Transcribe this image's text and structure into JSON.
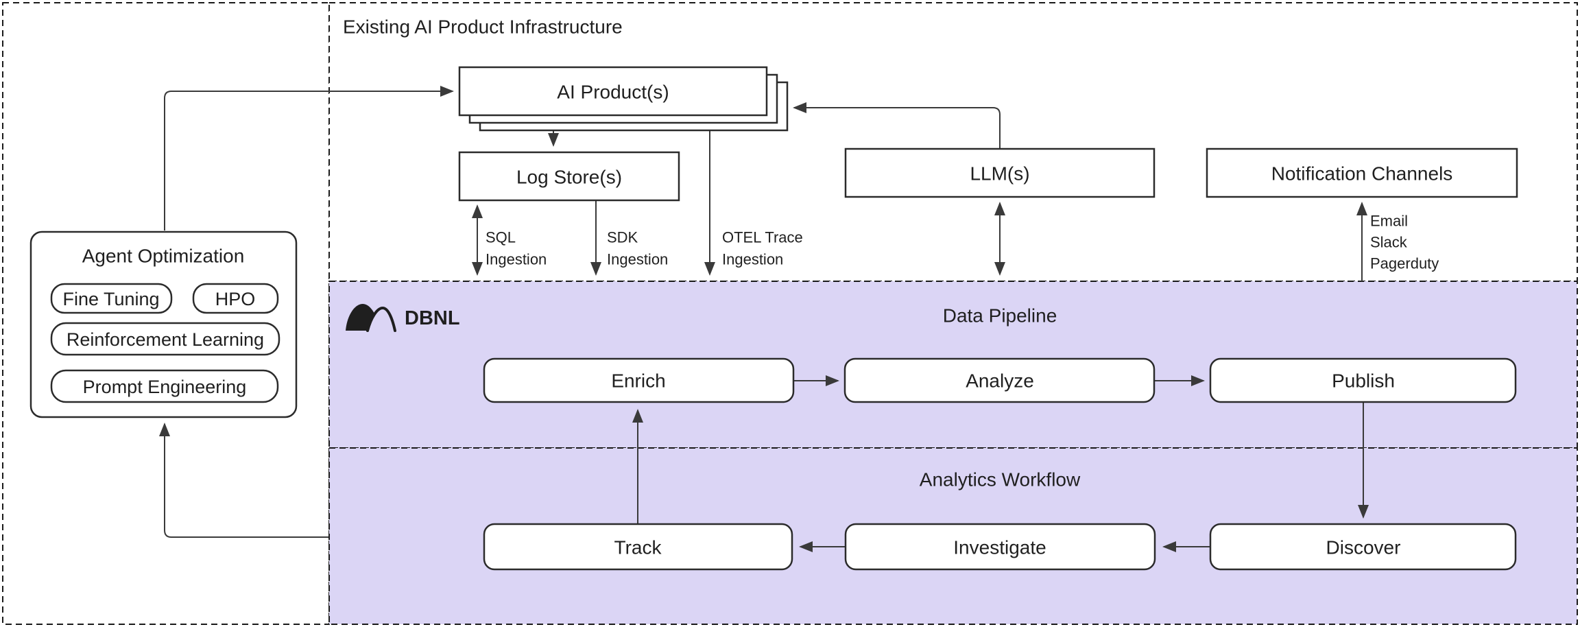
{
  "infrastructure_panel": {
    "title": "Existing AI Product Infrastructure",
    "nodes": {
      "ai_products": "AI Product(s)",
      "log_stores": "Log Store(s)",
      "llms": "LLM(s)",
      "notification_channels": "Notification Channels"
    }
  },
  "agent_optimization": {
    "title": "Agent Optimization",
    "techniques": [
      "Fine Tuning",
      "HPO",
      "Reinforcement Learning",
      "Prompt Engineering"
    ]
  },
  "dbnl_region": {
    "brand": "DBNL",
    "logo_icon": "mountains-icon",
    "data_pipeline": {
      "title": "Data Pipeline",
      "steps": [
        "Enrich",
        "Analyze",
        "Publish"
      ]
    },
    "analytics_workflow": {
      "title": "Analytics Workflow",
      "steps": [
        "Discover",
        "Investigate",
        "Track"
      ]
    }
  },
  "edge_labels": {
    "sql": [
      "SQL",
      "Ingestion"
    ],
    "sdk": [
      "SDK",
      "Ingestion"
    ],
    "otel": [
      "OTEL Trace",
      "Ingestion"
    ],
    "notification": [
      "Email",
      "Slack",
      "Pagerduty"
    ]
  },
  "colors": {
    "region_fill_purple": "#dbd5f5",
    "node_fill": "#ffffff",
    "line": "#3a3a3a",
    "border": "#2b2b2b",
    "dashed_border": "#1a1a1a",
    "text": "#1f1f1f"
  }
}
